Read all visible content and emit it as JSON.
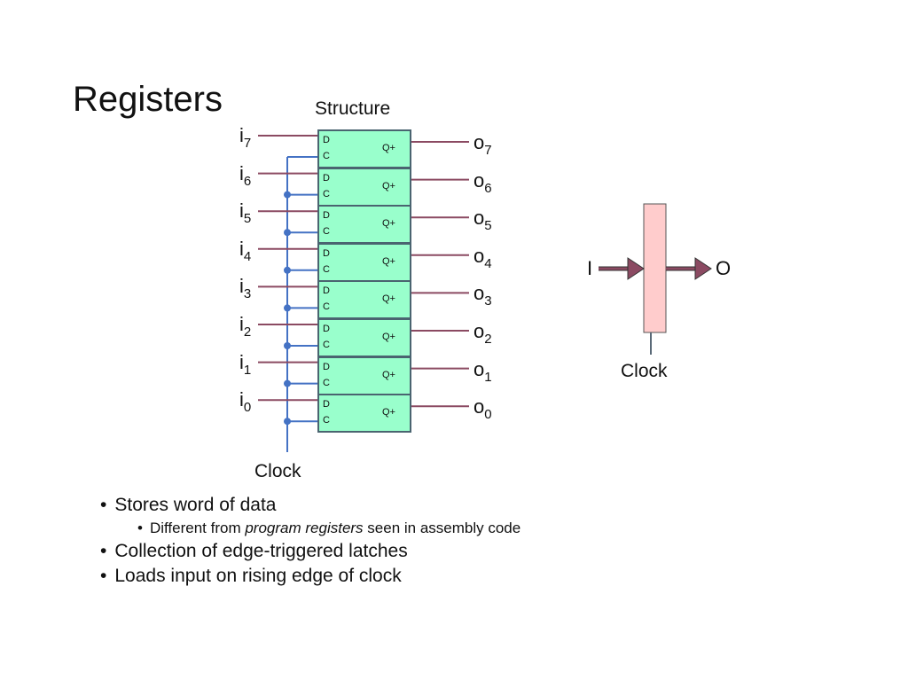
{
  "title": "Registers",
  "subtitle": "Structure",
  "register": {
    "d_label": "D",
    "c_label": "C",
    "q_label": "Q+"
  },
  "bits": [
    {
      "in_base": "i",
      "in_sub": "7",
      "out_base": "o",
      "out_sub": "7"
    },
    {
      "in_base": "i",
      "in_sub": "6",
      "out_base": "o",
      "out_sub": "6"
    },
    {
      "in_base": "i",
      "in_sub": "5",
      "out_base": "o",
      "out_sub": "5"
    },
    {
      "in_base": "i",
      "in_sub": "4",
      "out_base": "o",
      "out_sub": "4"
    },
    {
      "in_base": "i",
      "in_sub": "3",
      "out_base": "o",
      "out_sub": "3"
    },
    {
      "in_base": "i",
      "in_sub": "2",
      "out_base": "o",
      "out_sub": "2"
    },
    {
      "in_base": "i",
      "in_sub": "1",
      "out_base": "o",
      "out_sub": "1"
    },
    {
      "in_base": "i",
      "in_sub": "0",
      "out_base": "o",
      "out_sub": "0"
    }
  ],
  "clock_label": "Clock",
  "symbol": {
    "input": "I",
    "output": "O",
    "clock": "Clock"
  },
  "bullets": [
    {
      "level": 1,
      "text": "Stores word of data"
    },
    {
      "level": 2,
      "pre": "Different from ",
      "em": "program registers",
      "post": " seen in assembly code"
    },
    {
      "level": 1,
      "text": "Collection of edge-triggered latches"
    },
    {
      "level": 1,
      "text": "Loads input on rising edge of clock"
    }
  ],
  "colors": {
    "register_fill": "#99ffcc",
    "wire": "#8b4a62",
    "clock_wire": "#4472c4",
    "symbol_fill": "#ffcccc",
    "arrow": "#8b4a62"
  }
}
